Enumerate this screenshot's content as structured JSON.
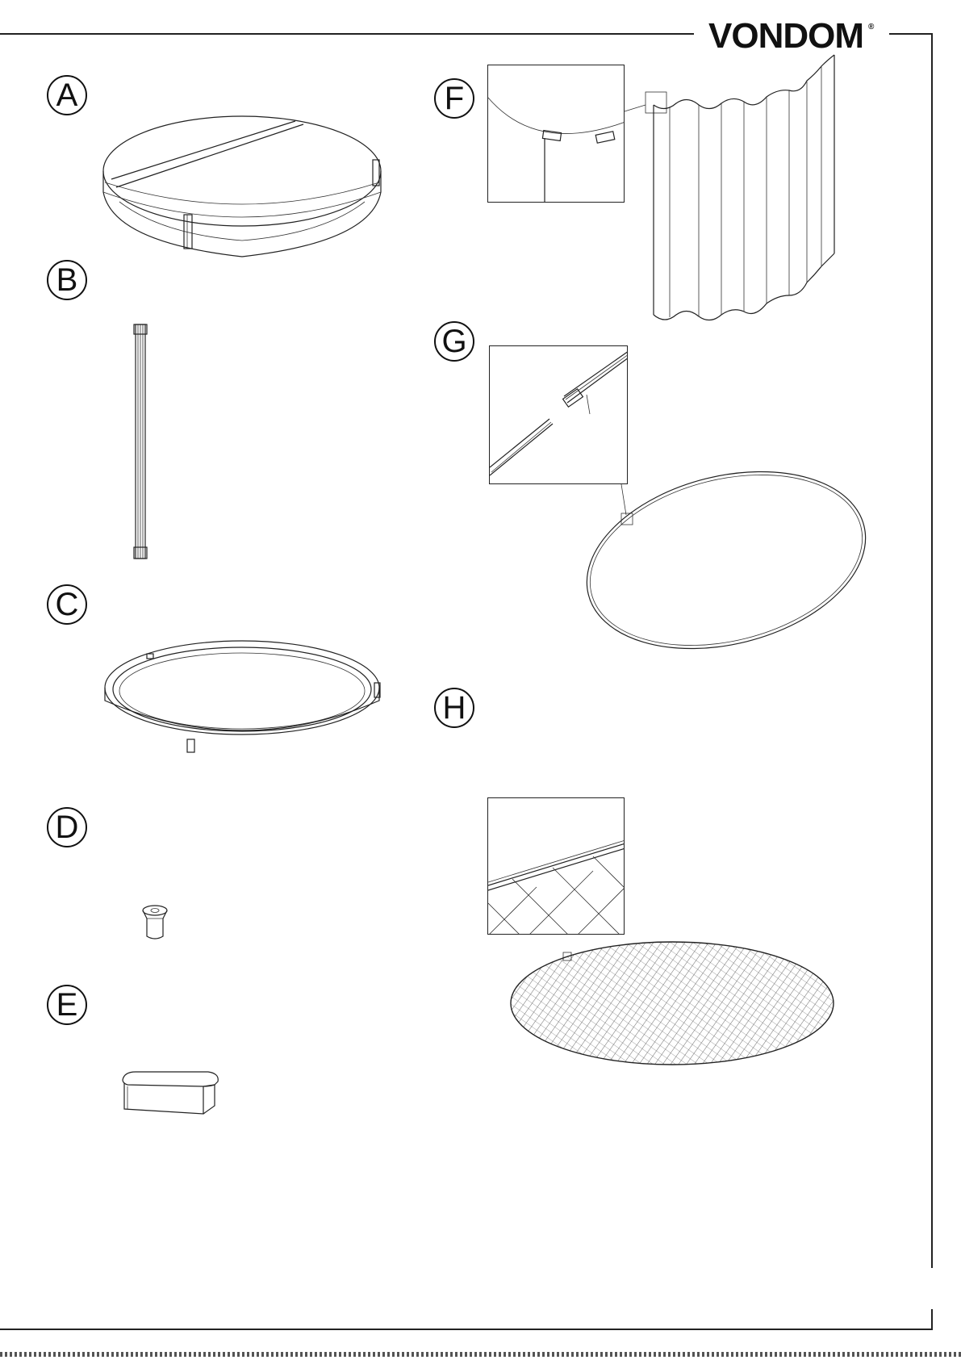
{
  "brand": {
    "name": "VONDOM",
    "reg_mark": "®"
  },
  "parts": [
    {
      "letter": "A",
      "icon": "round-cushion-daybed-icon"
    },
    {
      "letter": "B",
      "icon": "vertical-profile-bar-icon"
    },
    {
      "letter": "C",
      "icon": "circular-ring-frame-icon"
    },
    {
      "letter": "D",
      "icon": "countersunk-screw-icon"
    },
    {
      "letter": "E",
      "icon": "rectangular-end-cap-icon"
    },
    {
      "letter": "F",
      "icon": "curved-curtain-panel-icon"
    },
    {
      "letter": "G",
      "icon": "curtain-rail-ring-icon"
    },
    {
      "letter": "H",
      "icon": "mesh-canopy-disc-icon"
    }
  ]
}
